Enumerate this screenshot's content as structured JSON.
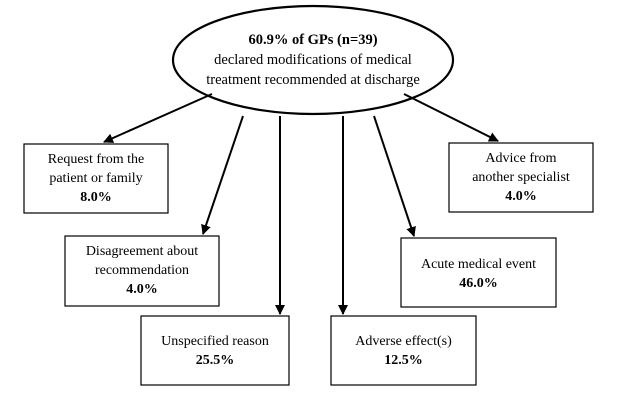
{
  "center": {
    "headline": "60.9% of GPs (n=39)",
    "line2": "declared modifications of medical",
    "line3": "treatment recommended at discharge"
  },
  "boxes": [
    {
      "id": "request",
      "line1": "Request from the",
      "line2": "patient or family",
      "pct": "8.0%"
    },
    {
      "id": "disagreement",
      "line1": "Disagreement about",
      "line2": "recommendation",
      "pct": "4.0%"
    },
    {
      "id": "unspecified",
      "line1": "Unspecified reason",
      "line2": "",
      "pct": "25.5%"
    },
    {
      "id": "adverse",
      "line1": "Adverse effect(s)",
      "line2": "",
      "pct": "12.5%"
    },
    {
      "id": "acute",
      "line1": "Acute medical event",
      "line2": "",
      "pct": "46.0%"
    },
    {
      "id": "advice",
      "line1": "Advice from",
      "line2": "another specialist",
      "pct": "4.0%"
    }
  ]
}
